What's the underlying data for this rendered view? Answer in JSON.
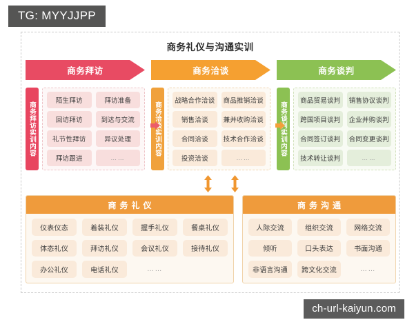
{
  "overlay": {
    "tg_badge": "TG: MYYJJPP",
    "watermark": "ch-url-kaiyun.com"
  },
  "diagram": {
    "title": "商务礼仪与沟通实训",
    "dots_label": "……",
    "stages": [
      {
        "banner": "商务拜访",
        "banner_color": "#e84b63",
        "sidebar": "商务拜访实训内容",
        "sidebar_color": "#e8455f",
        "items": [
          "陌生拜访",
          "拜访准备",
          "回访拜访",
          "到达与交流",
          "礼节性拜访",
          "异议处理",
          "拜访跟进",
          "……"
        ]
      },
      {
        "banner": "商务洽谈",
        "banner_color": "#f5a031",
        "sidebar": "商务洽谈实训内容",
        "sidebar_color": "#f0a13c",
        "items": [
          "战略合作洽谈",
          "商品推销洽谈",
          "销售洽谈",
          "兼并收购洽谈",
          "合同洽谈",
          "技术合作洽谈",
          "投资洽谈",
          "……"
        ]
      },
      {
        "banner": "商务谈判",
        "banner_color": "#8cc153",
        "sidebar": "商务谈判实训内容",
        "sidebar_color": "#8cc153",
        "items": [
          "商品贸易谈判",
          "销售协议谈判",
          "跨国项目谈判",
          "企业并购谈判",
          "合同签订谈判",
          "合同变更谈判",
          "技术转让谈判",
          "……"
        ]
      }
    ],
    "panels": [
      {
        "title": "商务礼仪",
        "header_color": "#ef9b3c",
        "items": [
          "仪表仪态",
          "着装礼仪",
          "握手礼仪",
          "餐桌礼仪",
          "体态礼仪",
          "拜访礼仪",
          "会议礼仪",
          "接待礼仪",
          "办公礼仪",
          "电话礼仪",
          "……",
          ""
        ]
      },
      {
        "title": "商务沟通",
        "header_color": "#ef9b3c",
        "items": [
          "人际交流",
          "组织交流",
          "网络交流",
          "倾听",
          "口头表达",
          "书面沟通",
          "非语言沟通",
          "跨文化交流",
          "……"
        ]
      }
    ]
  }
}
